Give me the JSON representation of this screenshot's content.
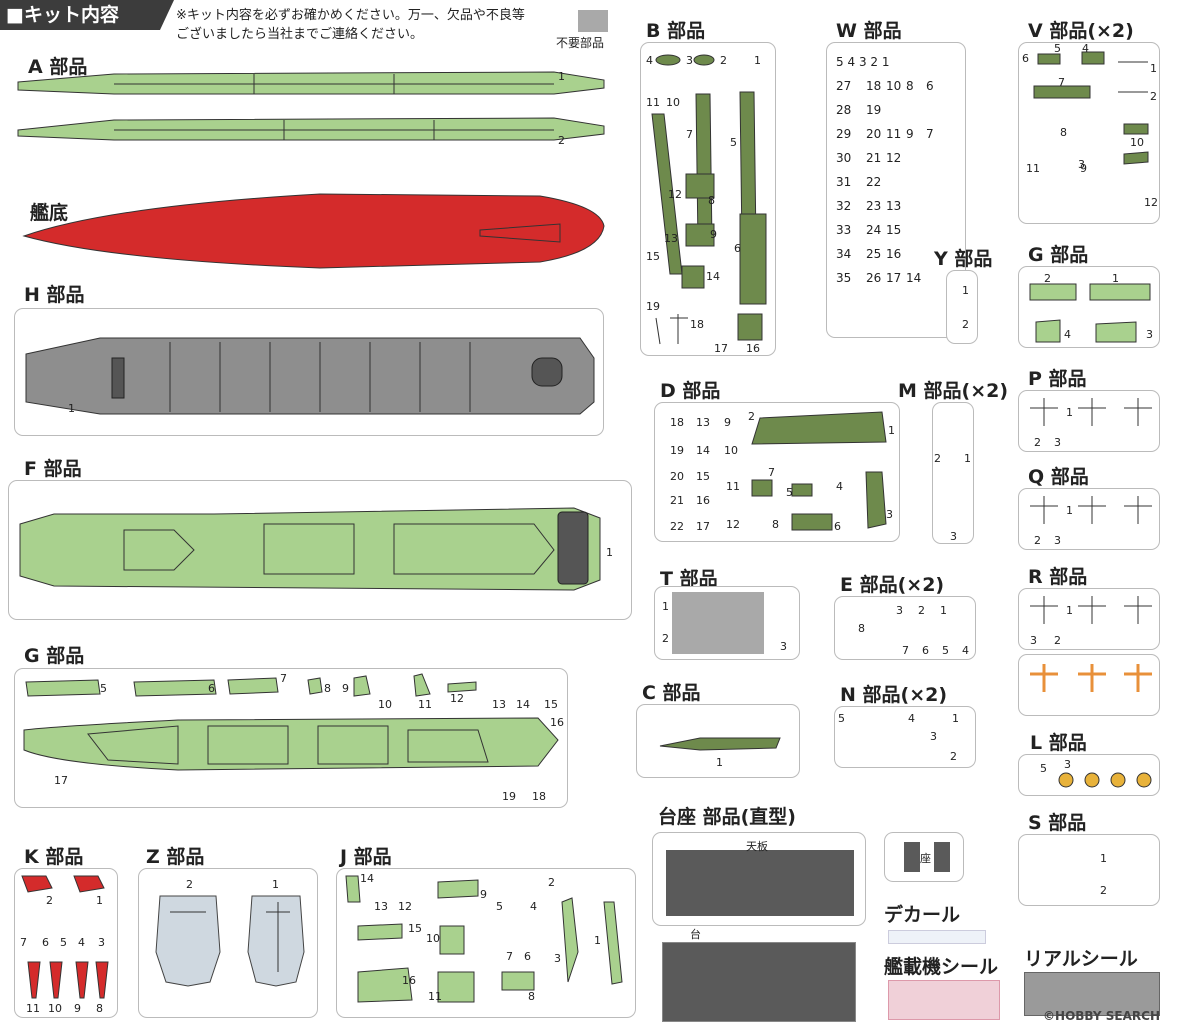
{
  "header": {
    "title": "■キット内容"
  },
  "note": "※キット内容を必ずお確かめください。万一、欠品や不良等ございましたら当社までご連絡ください。",
  "legend": {
    "label": "不要部品",
    "color": "#a9a9a9"
  },
  "parts": {
    "A": {
      "label": "A 部品",
      "numbers": [
        "1",
        "2"
      ]
    },
    "hull": {
      "label": "艦底"
    },
    "H": {
      "label": "H 部品",
      "numbers": [
        "1"
      ]
    },
    "F": {
      "label": "F 部品",
      "numbers": [
        "1"
      ]
    },
    "G_large": {
      "label": "G 部品",
      "numbers": [
        "5",
        "6",
        "7",
        "8",
        "9",
        "10",
        "11",
        "12",
        "13",
        "14",
        "15",
        "16",
        "17",
        "18",
        "19"
      ]
    },
    "K": {
      "label": "K 部品",
      "numbers": [
        "2",
        "1",
        "7",
        "6",
        "5",
        "4",
        "3",
        "11",
        "10",
        "9",
        "8"
      ]
    },
    "Z": {
      "label": "Z 部品",
      "numbers": [
        "2",
        "1"
      ]
    },
    "J": {
      "label": "J 部品",
      "numbers": [
        "14",
        "13",
        "12",
        "9",
        "5",
        "4",
        "2",
        "3",
        "1",
        "15",
        "10",
        "7",
        "6",
        "16",
        "11",
        "8"
      ]
    },
    "B": {
      "label": "B 部品",
      "numbers": [
        "4",
        "3",
        "2",
        "1",
        "11",
        "10",
        "7",
        "5",
        "12",
        "8",
        "9",
        "6",
        "13",
        "15",
        "14",
        "19",
        "18",
        "17",
        "16"
      ]
    },
    "W": {
      "label": "W 部品",
      "numbers": [
        "5",
        "4",
        "3",
        "2",
        "1",
        "27",
        "18",
        "10",
        "8",
        "6",
        "28",
        "19",
        "29",
        "20",
        "11",
        "9",
        "7",
        "30",
        "21",
        "12",
        "31",
        "22",
        "32",
        "23",
        "13",
        "33",
        "24",
        "15",
        "34",
        "25",
        "16",
        "35",
        "26",
        "17",
        "14"
      ]
    },
    "V": {
      "label": "V 部品(×2)",
      "numbers": [
        "6",
        "5",
        "4",
        "1",
        "7",
        "2",
        "8",
        "10",
        "3",
        "11",
        "9",
        "12"
      ]
    },
    "Y": {
      "label": "Y 部品",
      "numbers": [
        "1",
        "2"
      ]
    },
    "G_small": {
      "label": "G 部品",
      "numbers": [
        "2",
        "1",
        "4",
        "3"
      ]
    },
    "P": {
      "label": "P 部品",
      "numbers": [
        "1",
        "2",
        "3"
      ]
    },
    "Q": {
      "label": "Q 部品",
      "numbers": [
        "1",
        "2",
        "3"
      ]
    },
    "R": {
      "label": "R 部品",
      "numbers": [
        "1",
        "3",
        "2"
      ]
    },
    "L": {
      "label": "L 部品",
      "numbers": [
        "5",
        "3"
      ]
    },
    "S": {
      "label": "S 部品",
      "numbers": [
        "1",
        "2"
      ]
    },
    "D": {
      "label": "D 部品",
      "numbers": [
        "18",
        "13",
        "9",
        "2",
        "1",
        "19",
        "14",
        "10",
        "20",
        "15",
        "11",
        "7",
        "5",
        "4",
        "21",
        "16",
        "22",
        "17",
        "12",
        "8",
        "6",
        "3"
      ]
    },
    "M": {
      "label": "M 部品(×2)",
      "numbers": [
        "2",
        "1",
        "3"
      ]
    },
    "T": {
      "label": "T 部品",
      "numbers": [
        "1",
        "2",
        "3"
      ]
    },
    "E": {
      "label": "E 部品(×2)",
      "numbers": [
        "3",
        "2",
        "1",
        "8",
        "7",
        "6",
        "5",
        "4"
      ]
    },
    "C": {
      "label": "C 部品",
      "numbers": [
        "1"
      ]
    },
    "N": {
      "label": "N 部品(×2)",
      "numbers": [
        "5",
        "4",
        "3",
        "1",
        "2"
      ]
    },
    "stand": {
      "label": "台座 部品(直型)",
      "top_plate": "天板",
      "seat": "座",
      "base": "台"
    }
  },
  "decal": {
    "label": "デカール"
  },
  "aircraft_seal": {
    "label": "艦載機シール"
  },
  "real_seal": {
    "label": "リアルシール"
  },
  "watermark": "©HOBBY SEARCH",
  "colors": {
    "light_green": "#a9d18e",
    "dark_green": "#6e8a4c",
    "grey": "#8e8e8e",
    "red": "#d42b2b",
    "orange": "#e8903a"
  }
}
